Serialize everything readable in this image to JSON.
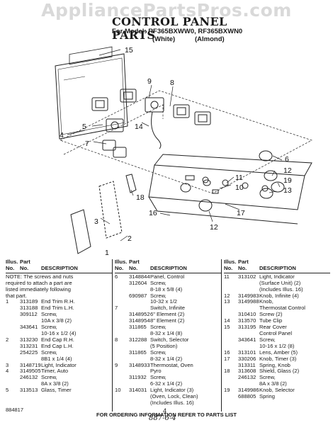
{
  "watermark": "AppliancePartsPros.com",
  "header": {
    "title": "CONTROL PANEL PARTS",
    "model_line": "For Model: RF365BXWW0, RF365BXWN0",
    "variant_white": "(White)",
    "variant_almond": "(Almond)"
  },
  "diagram": {
    "callouts": [
      "15",
      "9",
      "8",
      "5",
      "14",
      "4",
      "7",
      "3",
      "2",
      "1",
      "18",
      "16",
      "12",
      "17",
      "10",
      "11",
      "13",
      "19",
      "6",
      "12"
    ]
  },
  "table": {
    "headers": {
      "ill1": "Illus.",
      "ill2": "No.",
      "part1": "Part",
      "part2": "No.",
      "desc": "DESCRIPTION"
    },
    "note": [
      "NOTE: The screws and nuts",
      "required to attach a part are",
      "listed immediately following",
      "that part."
    ],
    "col1": [
      {
        "ill": "",
        "part": "",
        "desc": ""
      },
      {
        "ill": "1",
        "part": "313189",
        "desc": "End Trim R.H."
      },
      {
        "ill": "",
        "part": "313188",
        "desc": "End Trim L.H."
      },
      {
        "ill": "",
        "part": "309112",
        "desc": "Screw,"
      },
      {
        "ill": "",
        "part": "",
        "desc": "10A x 3/8 (2)"
      },
      {
        "ill": "",
        "part": "343641",
        "desc": "Screw,"
      },
      {
        "ill": "",
        "part": "",
        "desc": "10-16 x 1/2 (4)"
      },
      {
        "ill": "2",
        "part": "313230",
        "desc": "End Cap R.H."
      },
      {
        "ill": "",
        "part": "313231",
        "desc": "End Cap L.H."
      },
      {
        "ill": "",
        "part": "254225",
        "desc": "Screw,"
      },
      {
        "ill": "",
        "part": "",
        "desc": "8B1 x 1/4 (4)"
      },
      {
        "ill": "3",
        "part": "3148719",
        "desc": "Light, Indicator"
      },
      {
        "ill": "4",
        "part": "3149505",
        "desc": "Timer, Auto"
      },
      {
        "ill": "",
        "part": "246132",
        "desc": "Screw,"
      },
      {
        "ill": "",
        "part": "",
        "desc": "8A x 3/8 (2)"
      },
      {
        "ill": "5",
        "part": "313513",
        "desc": "Glass, Timer"
      }
    ],
    "col2": [
      {
        "ill": "6",
        "part": "3148844",
        "desc": "Panel, Control"
      },
      {
        "ill": "",
        "part": "312604",
        "desc": "Screw,"
      },
      {
        "ill": "",
        "part": "",
        "desc": "8-18 x 5/8 (4)"
      },
      {
        "ill": "",
        "part": "690987",
        "desc": "Screw,"
      },
      {
        "ill": "",
        "part": "",
        "desc": "10-32 x 1/2"
      },
      {
        "ill": "7",
        "part": "",
        "desc": "Switch, Infinite"
      },
      {
        "ill": "",
        "part": "3148952",
        "desc": "6\" Element (2)"
      },
      {
        "ill": "",
        "part": "3148954",
        "desc": "8\" Element (2)"
      },
      {
        "ill": "",
        "part": "311865",
        "desc": "Screw,"
      },
      {
        "ill": "",
        "part": "",
        "desc": "8-32 x 1/4 (8)"
      },
      {
        "ill": "8",
        "part": "312288",
        "desc": "Switch, Selector"
      },
      {
        "ill": "",
        "part": "",
        "desc": "(5 Position)"
      },
      {
        "ill": "",
        "part": "311865",
        "desc": "Screw,"
      },
      {
        "ill": "",
        "part": "",
        "desc": "8-32 x 1/4 (2)"
      },
      {
        "ill": "9",
        "part": "3148933",
        "desc": "Thermostat, Oven"
      },
      {
        "ill": "",
        "part": "",
        "desc": "Pyro"
      },
      {
        "ill": "",
        "part": "311932",
        "desc": "Screw,"
      },
      {
        "ill": "",
        "part": "",
        "desc": "6-32 x 1/4 (2)"
      },
      {
        "ill": "10",
        "part": "314031",
        "desc": "Light, Indicator (3)"
      },
      {
        "ill": "",
        "part": "",
        "desc": "(Oven, Lock, Clean)"
      },
      {
        "ill": "",
        "part": "",
        "desc": "(Includes Illus. 16)"
      }
    ],
    "col3": [
      {
        "ill": "11",
        "part": "313102",
        "desc": "Light, Indicator"
      },
      {
        "ill": "",
        "part": "",
        "desc": "(Surface Unit) (2)"
      },
      {
        "ill": "",
        "part": "",
        "desc": "(Includes Illus. 16)"
      },
      {
        "ill": "12",
        "part": "3149983",
        "desc": "Knob, Infinite (4)"
      },
      {
        "ill": "13",
        "part": "3149988",
        "desc": "Knob,"
      },
      {
        "ill": "",
        "part": "",
        "desc": "Thermostat Control"
      },
      {
        "ill": "",
        "part": "310410",
        "desc": "Screw (2)"
      },
      {
        "ill": "14",
        "part": "313570",
        "desc": "Tube Clip"
      },
      {
        "ill": "15",
        "part": "313195",
        "desc": "Rear Cover"
      },
      {
        "ill": "",
        "part": "",
        "desc": "Control Panel"
      },
      {
        "ill": "",
        "part": "343641",
        "desc": "Screw,"
      },
      {
        "ill": "",
        "part": "",
        "desc": "10-16 x 1/2 (8)"
      },
      {
        "ill": "16",
        "part": "313101",
        "desc": "Lens, Amber (5)"
      },
      {
        "ill": "17",
        "part": "330206",
        "desc": "Knob, Timer (3)"
      },
      {
        "ill": "",
        "part": "313311",
        "desc": "Spring, Knob"
      },
      {
        "ill": "18",
        "part": "313608",
        "desc": "Shield, Glass (2)"
      },
      {
        "ill": "",
        "part": "246132",
        "desc": "Screw,"
      },
      {
        "ill": "",
        "part": "",
        "desc": "8A x 3/8 (2)"
      },
      {
        "ill": "19",
        "part": "3149986",
        "desc": "Knob, Selector"
      },
      {
        "ill": "",
        "part": "688805",
        "desc": "Spring"
      }
    ]
  },
  "footer": {
    "ordering": "FOR ORDERING INFORMATION REFER TO PARTS LIST",
    "doc_number": "884817",
    "page_number": "4",
    "handwritten": "887-6-4"
  }
}
